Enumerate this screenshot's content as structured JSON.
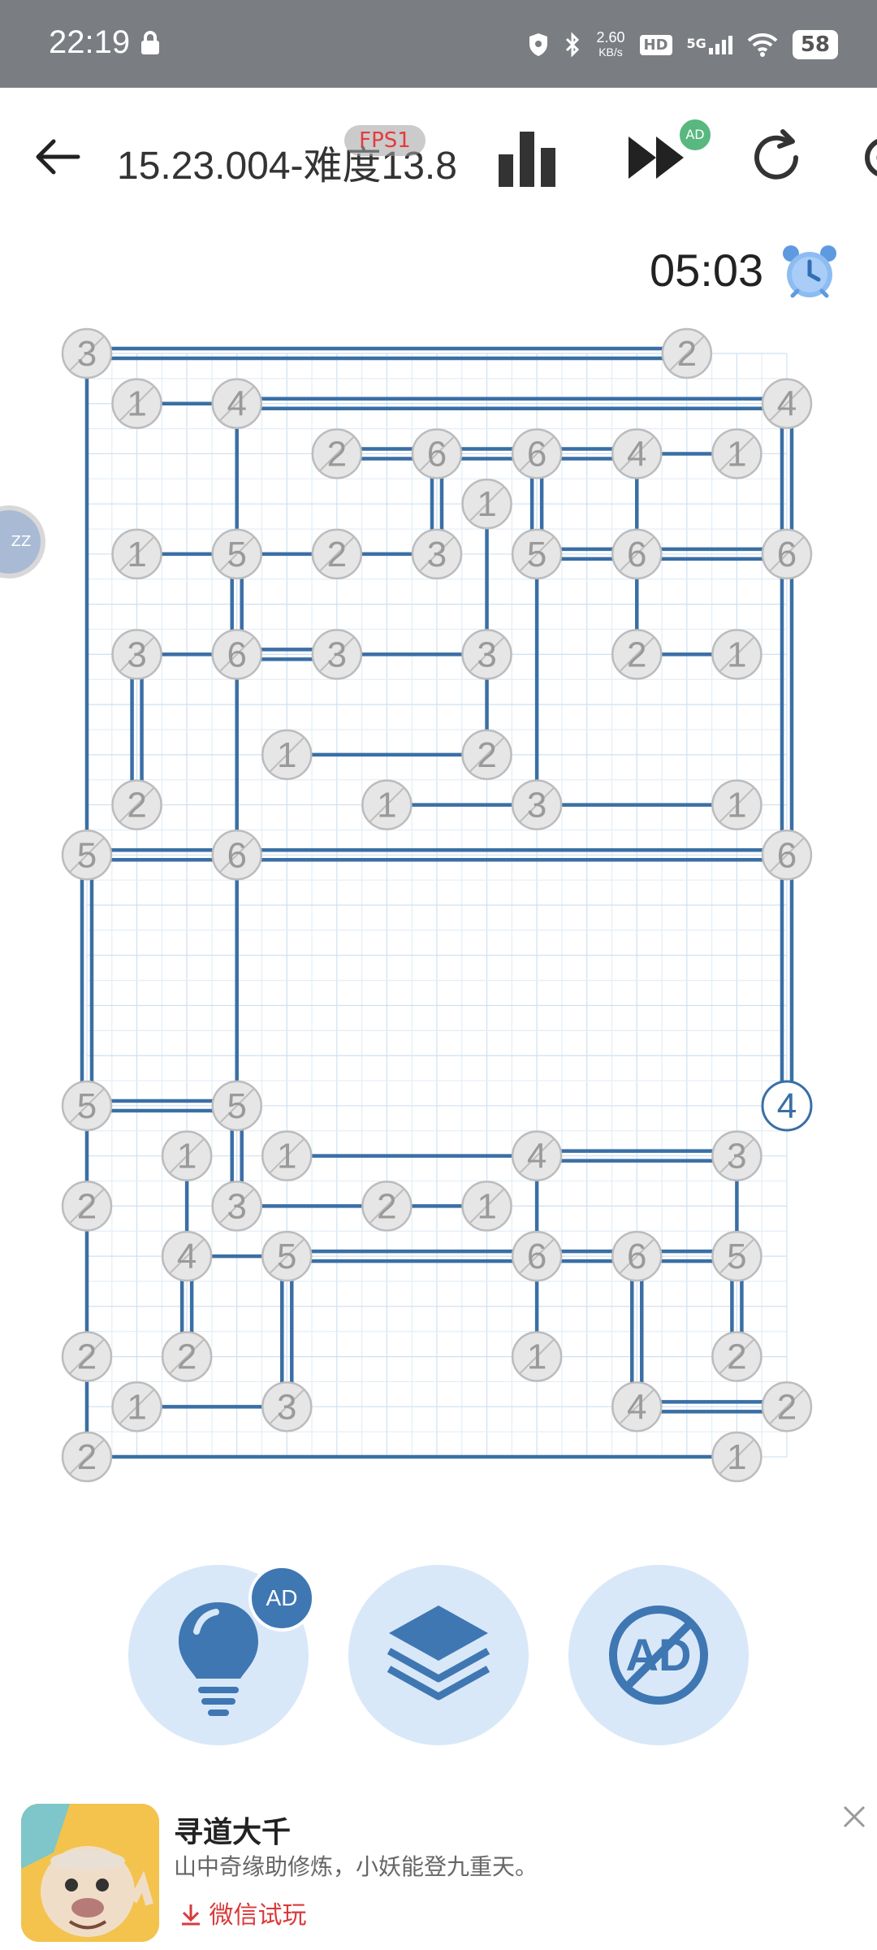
{
  "status_bar": {
    "time": "22:19",
    "speed_value": "2.60",
    "speed_unit": "KB/s",
    "hd": "HD",
    "network": "5G",
    "battery": "58"
  },
  "header": {
    "title": "15.23.004-难度13.8",
    "fps_badge": "FPS1",
    "skip_ad_badge": "AD"
  },
  "timer": {
    "value": "05:03"
  },
  "side_float": {
    "label": "ZZ"
  },
  "puzzle": {
    "grid_cols": 14,
    "grid_rows": 22,
    "nodes": [
      {
        "id": "n1",
        "c": 0,
        "r": 0,
        "v": 3
      },
      {
        "id": "n2",
        "c": 12,
        "r": 0,
        "v": 2
      },
      {
        "id": "n3",
        "c": 1,
        "r": 1,
        "v": 1
      },
      {
        "id": "n4",
        "c": 3,
        "r": 1,
        "v": 4
      },
      {
        "id": "n5",
        "c": 14,
        "r": 1,
        "v": 4
      },
      {
        "id": "n6",
        "c": 5,
        "r": 2,
        "v": 2
      },
      {
        "id": "n7",
        "c": 7,
        "r": 2,
        "v": 6
      },
      {
        "id": "n8",
        "c": 9,
        "r": 2,
        "v": 6
      },
      {
        "id": "n9",
        "c": 11,
        "r": 2,
        "v": 4
      },
      {
        "id": "n10",
        "c": 13,
        "r": 2,
        "v": 1
      },
      {
        "id": "n11",
        "c": 8,
        "r": 3,
        "v": 1
      },
      {
        "id": "n12",
        "c": 1,
        "r": 4,
        "v": 1
      },
      {
        "id": "n13",
        "c": 3,
        "r": 4,
        "v": 5
      },
      {
        "id": "n14",
        "c": 5,
        "r": 4,
        "v": 2
      },
      {
        "id": "n15",
        "c": 7,
        "r": 4,
        "v": 3
      },
      {
        "id": "n16",
        "c": 9,
        "r": 4,
        "v": 5
      },
      {
        "id": "n17",
        "c": 11,
        "r": 4,
        "v": 6
      },
      {
        "id": "n18",
        "c": 14,
        "r": 4,
        "v": 6
      },
      {
        "id": "n19",
        "c": 1,
        "r": 6,
        "v": 3
      },
      {
        "id": "n20",
        "c": 3,
        "r": 6,
        "v": 6
      },
      {
        "id": "n21",
        "c": 5,
        "r": 6,
        "v": 3
      },
      {
        "id": "n22",
        "c": 8,
        "r": 6,
        "v": 3
      },
      {
        "id": "n23",
        "c": 11,
        "r": 6,
        "v": 2
      },
      {
        "id": "n24",
        "c": 13,
        "r": 6,
        "v": 1
      },
      {
        "id": "n25",
        "c": 4,
        "r": 8,
        "v": 1
      },
      {
        "id": "n26",
        "c": 8,
        "r": 8,
        "v": 2
      },
      {
        "id": "n27",
        "c": 1,
        "r": 9,
        "v": 2
      },
      {
        "id": "n28",
        "c": 6,
        "r": 9,
        "v": 1
      },
      {
        "id": "n29",
        "c": 9,
        "r": 9,
        "v": 3
      },
      {
        "id": "n30",
        "c": 13,
        "r": 9,
        "v": 1
      },
      {
        "id": "n31",
        "c": 0,
        "r": 10,
        "v": 5
      },
      {
        "id": "n32",
        "c": 3,
        "r": 10,
        "v": 6
      },
      {
        "id": "n33",
        "c": 14,
        "r": 10,
        "v": 6
      },
      {
        "id": "n34",
        "c": 0,
        "r": 15,
        "v": 5
      },
      {
        "id": "n35",
        "c": 3,
        "r": 15,
        "v": 5
      },
      {
        "id": "n36",
        "c": 14,
        "r": 15,
        "v": 4,
        "active": true
      },
      {
        "id": "n37",
        "c": 2,
        "r": 16,
        "v": 1
      },
      {
        "id": "n38",
        "c": 4,
        "r": 16,
        "v": 1
      },
      {
        "id": "n39",
        "c": 9,
        "r": 16,
        "v": 4
      },
      {
        "id": "n40",
        "c": 13,
        "r": 16,
        "v": 3
      },
      {
        "id": "n41",
        "c": 0,
        "r": 17,
        "v": 2
      },
      {
        "id": "n42",
        "c": 3,
        "r": 17,
        "v": 3
      },
      {
        "id": "n43",
        "c": 6,
        "r": 17,
        "v": 2
      },
      {
        "id": "n44",
        "c": 8,
        "r": 17,
        "v": 1
      },
      {
        "id": "n45",
        "c": 2,
        "r": 18,
        "v": 4
      },
      {
        "id": "n46",
        "c": 4,
        "r": 18,
        "v": 5
      },
      {
        "id": "n47",
        "c": 9,
        "r": 18,
        "v": 6
      },
      {
        "id": "n48",
        "c": 11,
        "r": 18,
        "v": 6
      },
      {
        "id": "n49",
        "c": 13,
        "r": 18,
        "v": 5
      },
      {
        "id": "n50",
        "c": 0,
        "r": 20,
        "v": 2
      },
      {
        "id": "n51",
        "c": 2,
        "r": 20,
        "v": 2
      },
      {
        "id": "n52",
        "c": 9,
        "r": 20,
        "v": 1
      },
      {
        "id": "n53",
        "c": 13,
        "r": 20,
        "v": 2
      },
      {
        "id": "n54",
        "c": 1,
        "r": 21,
        "v": 1
      },
      {
        "id": "n55",
        "c": 4,
        "r": 21,
        "v": 3
      },
      {
        "id": "n56",
        "c": 11,
        "r": 21,
        "v": 4
      },
      {
        "id": "n57",
        "c": 14,
        "r": 21,
        "v": 2
      },
      {
        "id": "n58",
        "c": 0,
        "r": 22,
        "v": 2
      },
      {
        "id": "n59",
        "c": 13,
        "r": 22,
        "v": 1
      }
    ],
    "bridges": [
      [
        "n1",
        "n2",
        2
      ],
      [
        "n3",
        "n4",
        1
      ],
      [
        "n4",
        "n5",
        2
      ],
      [
        "n6",
        "n7",
        2
      ],
      [
        "n7",
        "n8",
        2
      ],
      [
        "n8",
        "n9",
        2
      ],
      [
        "n9",
        "n10",
        1
      ],
      [
        "n12",
        "n13",
        1
      ],
      [
        "n13",
        "n14",
        1
      ],
      [
        "n14",
        "n15",
        1
      ],
      [
        "n16",
        "n17",
        2
      ],
      [
        "n17",
        "n18",
        2
      ],
      [
        "n19",
        "n20",
        1
      ],
      [
        "n20",
        "n21",
        2
      ],
      [
        "n21",
        "n22",
        1
      ],
      [
        "n23",
        "n24",
        1
      ],
      [
        "n25",
        "n26",
        1
      ],
      [
        "n28",
        "n29",
        1
      ],
      [
        "n29",
        "n30",
        1
      ],
      [
        "n31",
        "n32",
        2
      ],
      [
        "n32",
        "n33",
        2
      ],
      [
        "n34",
        "n35",
        2
      ],
      [
        "n38",
        "n39",
        1
      ],
      [
        "n39",
        "n40",
        2
      ],
      [
        "n42",
        "n43",
        1
      ],
      [
        "n43",
        "n44",
        1
      ],
      [
        "n45",
        "n46",
        1
      ],
      [
        "n46",
        "n47",
        2
      ],
      [
        "n47",
        "n48",
        2
      ],
      [
        "n48",
        "n49",
        2
      ],
      [
        "n54",
        "n55",
        1
      ],
      [
        "n56",
        "n57",
        2
      ],
      [
        "n58",
        "n59",
        1
      ],
      [
        "n1",
        "n31",
        1
      ],
      [
        "n31",
        "n34",
        2
      ],
      [
        "n34",
        "n41",
        1
      ],
      [
        "n41",
        "n50",
        1
      ],
      [
        "n50",
        "n58",
        1
      ],
      [
        "n19",
        "n27",
        2
      ],
      [
        "n37",
        "n45",
        1
      ],
      [
        "n45",
        "n51",
        2
      ],
      [
        "n35",
        "n42",
        2
      ],
      [
        "n4",
        "n13",
        1
      ],
      [
        "n13",
        "n20",
        2
      ],
      [
        "n20",
        "n32",
        1
      ],
      [
        "n32",
        "n35",
        1
      ],
      [
        "n46",
        "n55",
        2
      ],
      [
        "n7",
        "n15",
        2
      ],
      [
        "n11",
        "n22",
        1
      ],
      [
        "n22",
        "n26",
        1
      ],
      [
        "n8",
        "n16",
        2
      ],
      [
        "n16",
        "n29",
        1
      ],
      [
        "n39",
        "n47",
        1
      ],
      [
        "n47",
        "n52",
        1
      ],
      [
        "n9",
        "n17",
        1
      ],
      [
        "n17",
        "n23",
        1
      ],
      [
        "n48",
        "n56",
        2
      ],
      [
        "n40",
        "n49",
        1
      ],
      [
        "n49",
        "n53",
        2
      ],
      [
        "n5",
        "n18",
        2
      ],
      [
        "n18",
        "n33",
        2
      ],
      [
        "n33",
        "n36",
        2
      ]
    ]
  },
  "bottom_buttons": {
    "hint_ad_badge": "AD",
    "remove_ads_label": "AD"
  },
  "ad_banner": {
    "title": "寻道大千",
    "subtitle": "山中奇缘助修炼，小妖能登九重天。",
    "cta": "微信试玩"
  },
  "colors": {
    "bridge": "#3a6fa5",
    "node_fill": "#e6e6e6",
    "node_stroke": "#bcbcbc",
    "node_text": "#9a9a9a",
    "accent": "#3f77b3",
    "button_bg": "#d9e8f8"
  }
}
